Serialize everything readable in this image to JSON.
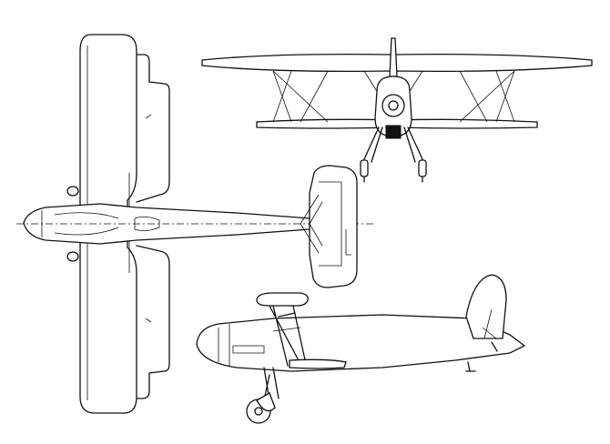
{
  "drawing": {
    "views": [
      "plan-view",
      "front-view",
      "side-view"
    ],
    "line_color": "#111111",
    "background": "#ffffff"
  }
}
